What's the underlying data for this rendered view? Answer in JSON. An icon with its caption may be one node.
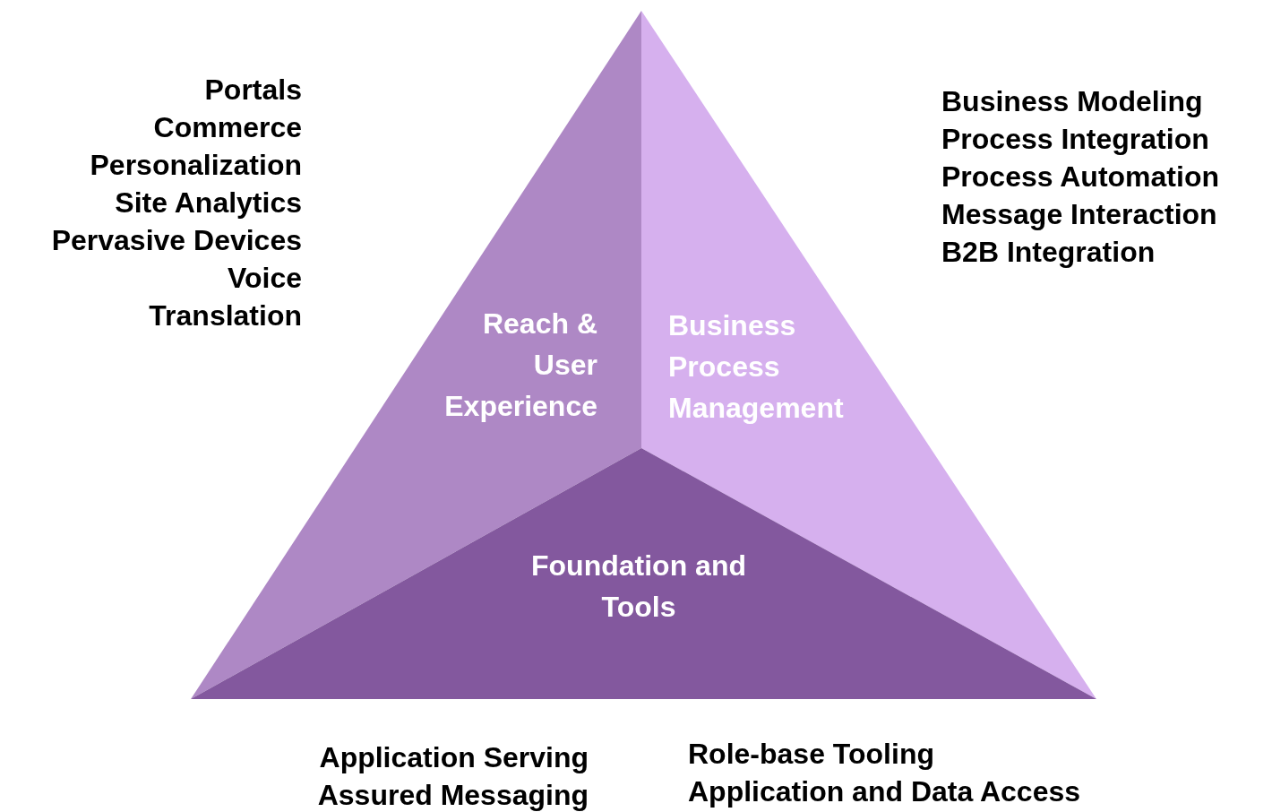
{
  "diagram": {
    "nodes": [
      {
        "text": [
          "Reach & User Experience"
        ]
      },
      {
        "text": [
          "Business Process Management"
        ]
      },
      {
        "text": [
          "Foundation and Tools"
        ]
      }
    ],
    "labels": [
      "Portals",
      "Commerce",
      "Personalization",
      "Site Analytics",
      "Pervasive Devices",
      "Voice",
      "Translation",
      "Business Modeling",
      "Process Integration",
      "Process Automation",
      "Message Interaction",
      "B2B Integration",
      "Application Serving",
      "Assured Messaging",
      "Role-base Tooling",
      "Application and Data Access"
    ]
  }
}
